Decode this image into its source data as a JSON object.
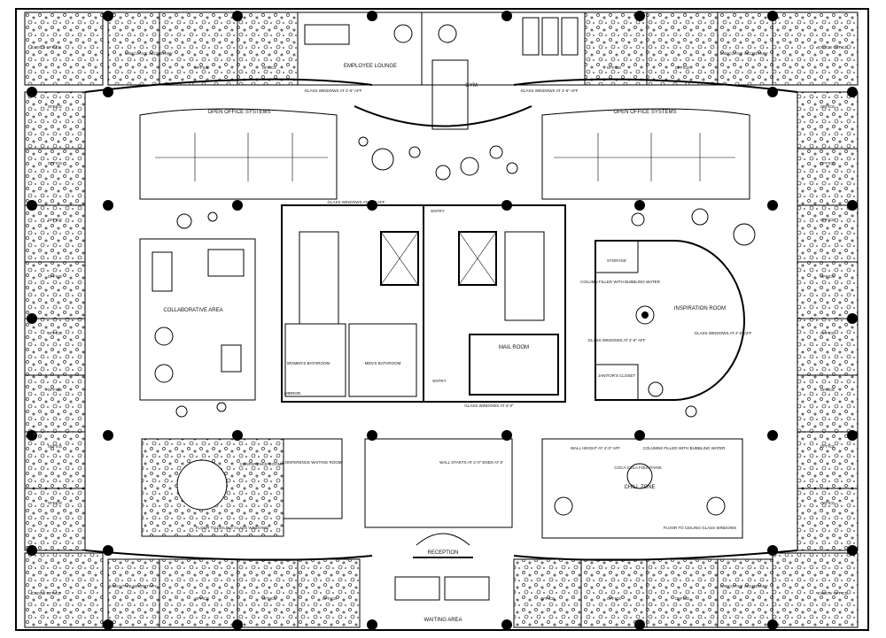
{
  "labels": {
    "employee_lounge": "EMPLOYEE LOUNGE",
    "gym": "GYM",
    "glass_windows_left": "GLASS WINDOWS AT 2'-6\" AFF",
    "glass_windows_right": "GLASS WINDOWS AT 2'-6\" AFF",
    "open_office_left": "OPEN OFFICE SYSTEMS",
    "open_office_right": "OPEN OFFICE SYSTEMS",
    "glass_windows_core": "GLASS WINDOWS AT 2'-6\" AFF",
    "collaborative_area": "COLLABORATIVE AREA",
    "womens_bathroom": "WOMEN'S BATHROOM",
    "mens_bathroom": "MEN'S BATHROOM",
    "mirror": "MIRROR",
    "entry_top": "ENTRY",
    "entry_bottom": "ENTRY",
    "mail_room": "MAIL ROOM",
    "glass_windows_mail": "GLASS WINDOWS AT 4'-0\"",
    "storage": "STORAGE",
    "column_bubbling": "COLUMN FILLED WITH BUBBLING WATER",
    "inspiration_room": "INSPIRATION ROOM",
    "glass_windows_insp_left": "GLASS WINDOWS AT 2'-6\" AFF",
    "glass_windows_insp_right": "GLASS WINDOWS AT 2'-6\" AFF",
    "janitors_closet": "JANITOR'S CLOSET",
    "conference_room": "CONFERENCE ROOM",
    "conference_waiting": "CONFERENCE WAITING ROOM",
    "floor_to_ceiling_left": "FLOOR TO CEILING GLASS WINDOWS",
    "wall_starts": "WALL STARTS AT 4'-0\" ENDS AT 6'",
    "reception": "RECEPTION",
    "waiting_area": "WAITING AREA",
    "wall_height": "WALL HEIGHT AT 4'-0\" AFF",
    "columns_bubbling_water": "COLUMNS FILLED WITH BUBBLING WATER",
    "coca_cola": "COCA-COLA FOUNTAINS",
    "chill_zone": "CHILL ZONE",
    "floor_to_ceiling_right": "FLOOR TO CEILING GLASS WINDOWS",
    "office": "OFFICE",
    "exec_office": "EXEC'S OFFICE",
    "exec_secretary": "EXECUTIVE SECRETARY"
  }
}
